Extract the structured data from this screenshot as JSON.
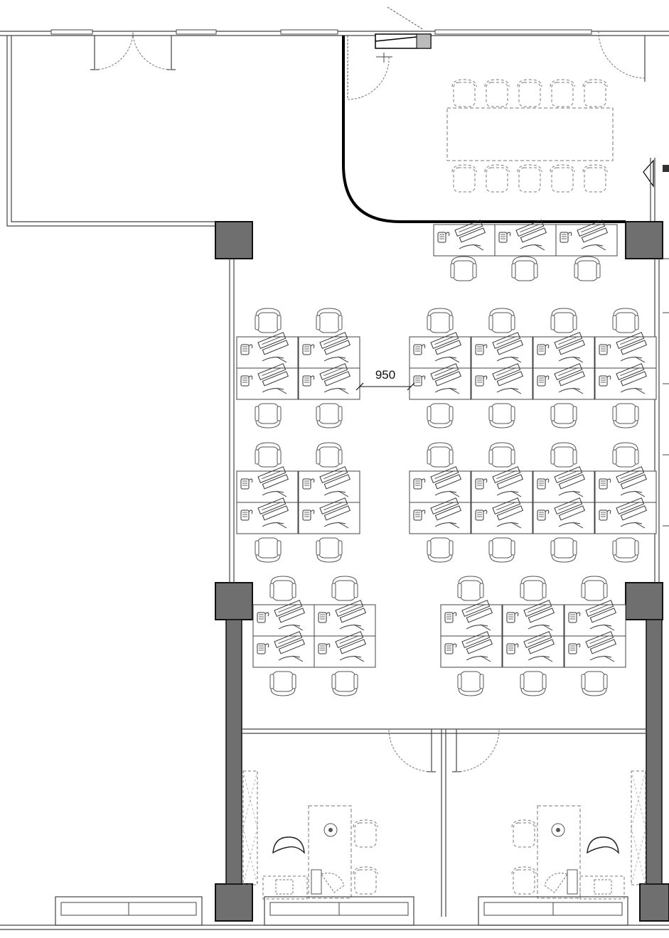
{
  "plan": {
    "dimension_label": "950",
    "colors": {
      "background": "#ffffff",
      "line": "#444444",
      "column_fill": "#6f6f6f",
      "column_stroke": "#111111",
      "bold_partition": "#000000",
      "dashed": "#777777"
    },
    "rooms": [
      "open-area-left",
      "meeting-room",
      "open-office",
      "private-office-left",
      "private-office-right"
    ]
  }
}
